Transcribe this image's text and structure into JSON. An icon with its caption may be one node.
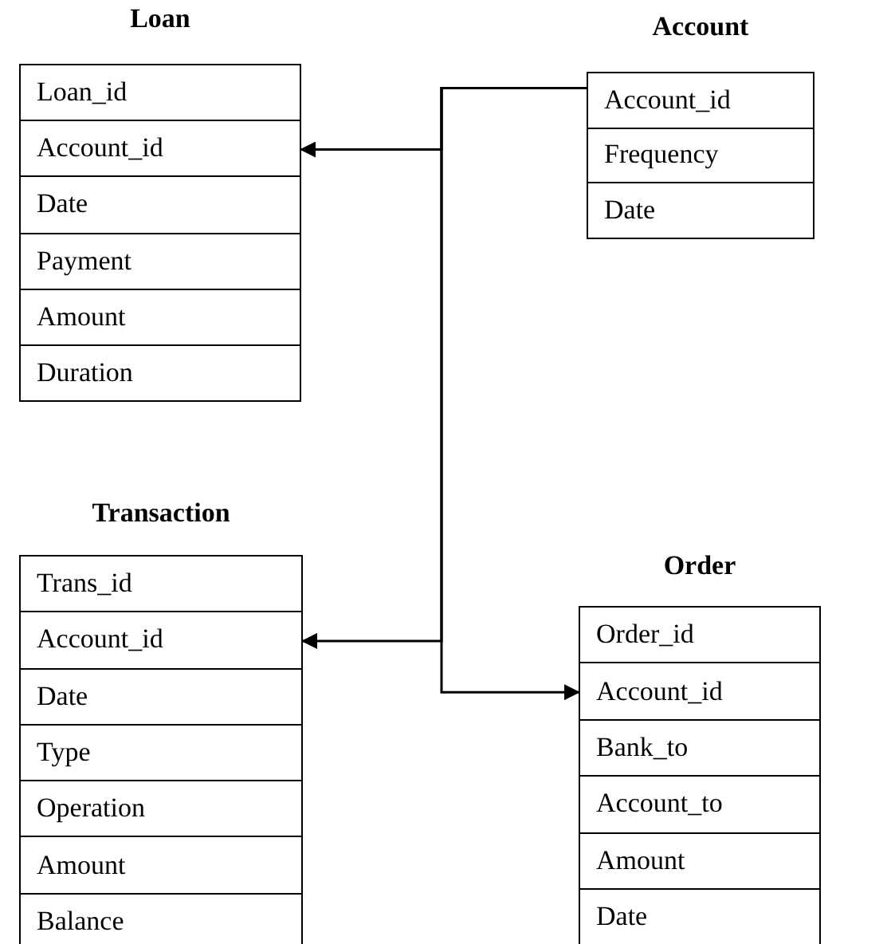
{
  "diagram": {
    "nodes": [
      {
        "text": [
          "Loan"
        ]
      },
      {
        "text": [
          "Loan_id"
        ],
        "in": 0
      },
      {
        "text": [
          "Account_id"
        ],
        "in": 0
      },
      {
        "text": [
          "Date"
        ],
        "in": 0
      },
      {
        "text": [
          "Payment"
        ],
        "in": 0
      },
      {
        "text": [
          "Amount"
        ],
        "in": 0
      },
      {
        "text": [
          "Duration"
        ],
        "in": 0
      },
      {
        "text": [
          "Account"
        ]
      },
      {
        "text": [
          "Account_id"
        ],
        "in": 7
      },
      {
        "text": [
          "Frequency"
        ],
        "in": 7
      },
      {
        "text": [
          "Date"
        ],
        "in": 7
      },
      {
        "text": [
          "Transaction"
        ]
      },
      {
        "text": [
          "Trans_id"
        ],
        "in": 11
      },
      {
        "text": [
          "Account_id"
        ],
        "in": 11
      },
      {
        "text": [
          "Date"
        ],
        "in": 11
      },
      {
        "text": [
          "Type"
        ],
        "in": 11
      },
      {
        "text": [
          "Operation"
        ],
        "in": 11
      },
      {
        "text": [
          "Amount"
        ],
        "in": 11
      },
      {
        "text": [
          "Balance"
        ],
        "in": 11
      },
      {
        "text": [
          "Order"
        ]
      },
      {
        "text": [
          "Order_id"
        ],
        "in": 19
      },
      {
        "text": [
          "Account_id"
        ],
        "in": 19
      },
      {
        "text": [
          "Bank_to"
        ],
        "in": 19
      },
      {
        "text": [
          "Account_to"
        ],
        "in": 19
      },
      {
        "text": [
          "Amount"
        ],
        "in": 19
      },
      {
        "text": [
          "Date"
        ],
        "in": 19
      }
    ],
    "edges": [
      {
        "from": 8,
        "to": 2,
        "arrow": "to"
      },
      {
        "from": 8,
        "to": 13,
        "arrow": "to"
      },
      {
        "from": 8,
        "to": 21,
        "arrow": "to"
      }
    ]
  }
}
